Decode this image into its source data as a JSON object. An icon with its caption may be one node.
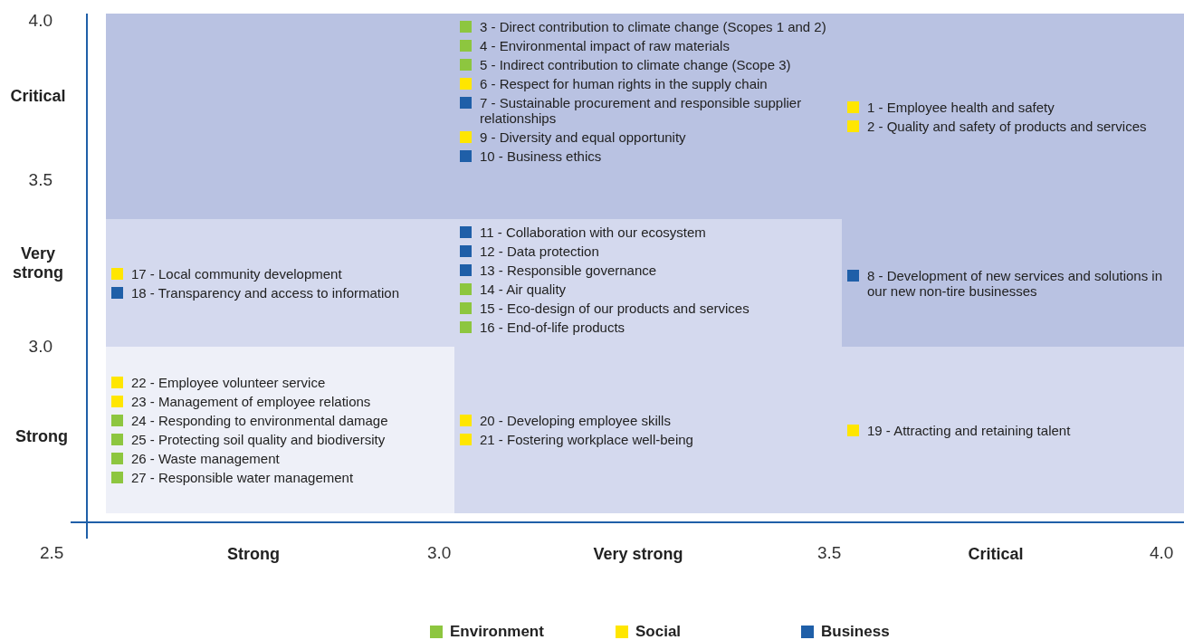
{
  "diagram": {
    "nodes": [
      {
        "text": [
          "3 - Direct contribution to climate change (Scopes 1 and 2)",
          "4 - Environmental impact of raw materials",
          "5 - Indirect contribution to climate change (Scope 3)",
          "6 - Respect for human rights in the supply chain",
          "7 - Sustainable procurement and responsible supplier relationships",
          "9 - Diversity and equal opportunity",
          "10 - Business ethics"
        ]
      },
      {
        "text": [
          "1 - Employee health and safety",
          "2 - Quality and safety of products and services"
        ]
      },
      {
        "text": [
          "17 - Local community development",
          "18 - Transparency and access to information"
        ]
      },
      {
        "text": [
          "11 - Collaboration with our ecosystem",
          "12 - Data protection",
          "13 - Responsible governance",
          "14 - Air quality",
          "15 - Eco-design of our products and services",
          "16 - End-of-life products"
        ]
      },
      {
        "text": [
          "8 - Development of new services and solutions in our new non-tire businesses"
        ]
      },
      {
        "text": [
          "22 - Employee volunteer service",
          "23 - Management of employee relations",
          "24 - Responding to environmental damage",
          "25 - Protecting soil quality and biodiversity",
          "26 - Waste management",
          "27 - Responsible water management"
        ]
      },
      {
        "text": [
          "20 - Developing employee skills",
          "21 - Fostering workplace well-being"
        ]
      },
      {
        "text": [
          "19 - Attracting and retaining talent"
        ]
      }
    ],
    "labels": [
      "4.0",
      "Critical",
      "3.5",
      "Very strong",
      "3.0",
      "Strong",
      "2.5",
      "Strong",
      "3.0",
      "Very strong",
      "3.5",
      "Critical",
      "4.0"
    ],
    "legend": [
      {
        "text": "Environment",
        "color": "#8dc63f"
      },
      {
        "text": "Social",
        "color": "#ffe600"
      },
      {
        "text": "Business",
        "color": "#1f5fa8"
      }
    ]
  }
}
